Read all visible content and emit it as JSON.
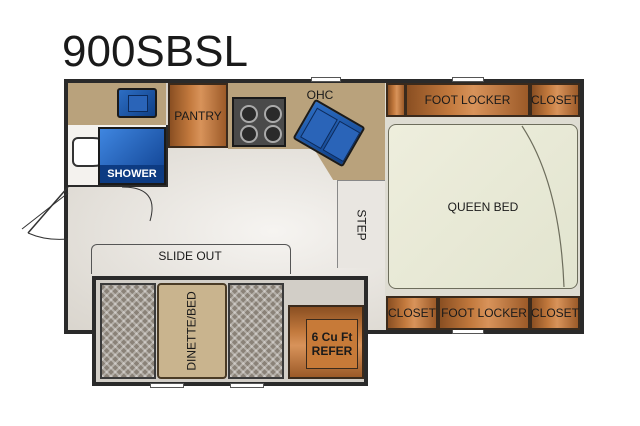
{
  "title": "900SBSL",
  "labels": {
    "pantry": "PANTRY",
    "ohc": "OHC",
    "shower": "SHOWER",
    "foot_locker_top": "FOOT LOCKER",
    "closet_top_right": "CLOSET",
    "queen_bed": "QUEEN BED",
    "step": "STEP",
    "slide_out": "SLIDE OUT",
    "dinette_bed": "DINETTE/BED",
    "refer": "6 Cu Ft\nREFER",
    "closet_bottom_left": "CLOSET",
    "foot_locker_bottom": "FOOT LOCKER",
    "closet_bottom_right": "CLOSET"
  },
  "colors": {
    "wall": "#2a2a2a",
    "cabinet": "#c2793d",
    "counter": "#b9a27c",
    "shower": "#1f5fbf",
    "bed": "#e8e9d6"
  }
}
